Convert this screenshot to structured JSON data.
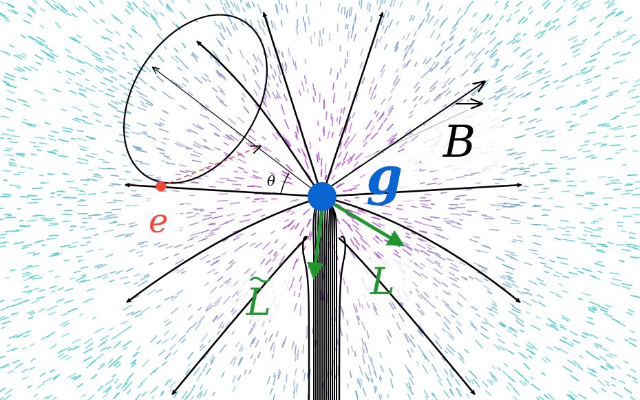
{
  "labels": {
    "B": "B",
    "g": "g",
    "e": "e",
    "L": "L",
    "L_tilde": "L",
    "theta": "θ"
  },
  "colors": {
    "background": "#ffffff",
    "far_field": "#3cc7c9",
    "mid_field": "#8f8fd0",
    "near_field": "#b030c8",
    "field_line": "#000000",
    "monopole_g": "#0a64d2",
    "charge_e": "#f0463c",
    "angular_momentum": "#22962e",
    "magnetic_label": "#000000"
  }
}
